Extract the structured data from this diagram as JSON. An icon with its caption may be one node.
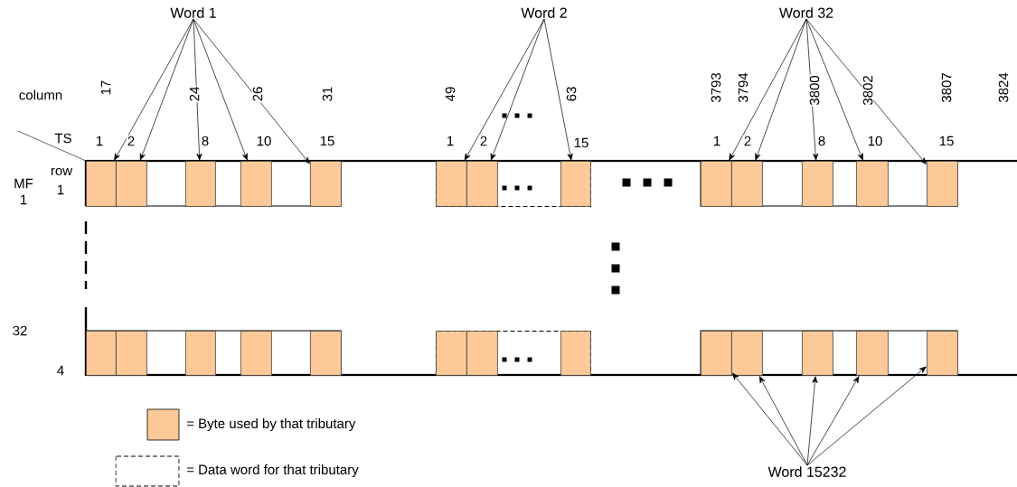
{
  "diagram": {
    "nodes": [
      {
        "text": [
          "Word 1"
        ]
      },
      {
        "text": [
          "Word 2"
        ]
      },
      {
        "text": [
          "Word 32"
        ]
      },
      {
        "text": [],
        "shape": "box"
      },
      {
        "text": [],
        "shape": "box"
      },
      {
        "text": [],
        "shape": "box"
      },
      {
        "text": [],
        "shape": "box"
      },
      {
        "text": [],
        "shape": "box"
      },
      {
        "text": [],
        "shape": "box"
      },
      {
        "text": [],
        "shape": "box",
        "in": 8
      },
      {
        "text": [],
        "shape": "box",
        "in": 8
      },
      {
        "text": [],
        "shape": "box",
        "in": 8
      },
      {
        "text": [],
        "shape": "box"
      },
      {
        "text": [],
        "shape": "box"
      },
      {
        "text": [],
        "shape": "box"
      },
      {
        "text": [],
        "shape": "box"
      },
      {
        "text": [],
        "shape": "box"
      },
      {
        "text": [],
        "shape": "box"
      },
      {
        "text": [],
        "shape": "box"
      },
      {
        "text": [],
        "shape": "box"
      },
      {
        "text": [],
        "shape": "box"
      },
      {
        "text": [],
        "shape": "box"
      },
      {
        "text": [],
        "shape": "box"
      },
      {
        "text": [],
        "shape": "box",
        "in": 22
      },
      {
        "text": [],
        "shape": "box",
        "in": 22
      },
      {
        "text": [],
        "shape": "box",
        "in": 22
      },
      {
        "text": [],
        "shape": "box"
      },
      {
        "text": [],
        "shape": "box"
      },
      {
        "text": [],
        "shape": "box"
      },
      {
        "text": [],
        "shape": "box"
      },
      {
        "text": [],
        "shape": "box"
      },
      {
        "text": [
          "Word 15232"
        ]
      }
    ],
    "edges": [
      {
        "from": 0,
        "to": 3,
        "arrow": "to"
      },
      {
        "from": 0,
        "to": 4,
        "arrow": "to"
      },
      {
        "from": 0,
        "to": 5,
        "arrow": "to"
      },
      {
        "from": 0,
        "to": 6,
        "arrow": "to"
      },
      {
        "from": 0,
        "to": 7,
        "arrow": "to"
      },
      {
        "from": 1,
        "to": 9,
        "arrow": "to"
      },
      {
        "from": 1,
        "to": 10,
        "arrow": "to"
      },
      {
        "from": 1,
        "to": 11,
        "arrow": "to"
      },
      {
        "from": 2,
        "to": 12,
        "arrow": "to"
      },
      {
        "from": 2,
        "to": 13,
        "arrow": "to"
      },
      {
        "from": 2,
        "to": 14,
        "arrow": "to"
      },
      {
        "from": 2,
        "to": 15,
        "arrow": "to"
      },
      {
        "from": 2,
        "to": 16,
        "arrow": "to"
      },
      {
        "from": 31,
        "to": 26,
        "arrow": "to"
      },
      {
        "from": 31,
        "to": 27,
        "arrow": "to"
      },
      {
        "from": 31,
        "to": 28,
        "arrow": "to"
      },
      {
        "from": 31,
        "to": 29,
        "arrow": "to"
      },
      {
        "from": 31,
        "to": 30,
        "arrow": "to"
      }
    ],
    "labels": [
      "column",
      "17",
      "24",
      "26",
      "31",
      "49",
      "63",
      "3793",
      "3794",
      "3800",
      "3802",
      "3807",
      "3824",
      "TS",
      "1",
      "2",
      "8",
      "10",
      "15",
      "1",
      "2",
      "15",
      "1",
      "2",
      "8",
      "10",
      "15",
      "row",
      "MF 1",
      "1",
      "32",
      "4"
    ],
    "legend": [
      {
        "text": "= Byte used by that tributary",
        "color": "#fdc998"
      },
      {
        "text": "= Data word for that tributary"
      }
    ]
  }
}
